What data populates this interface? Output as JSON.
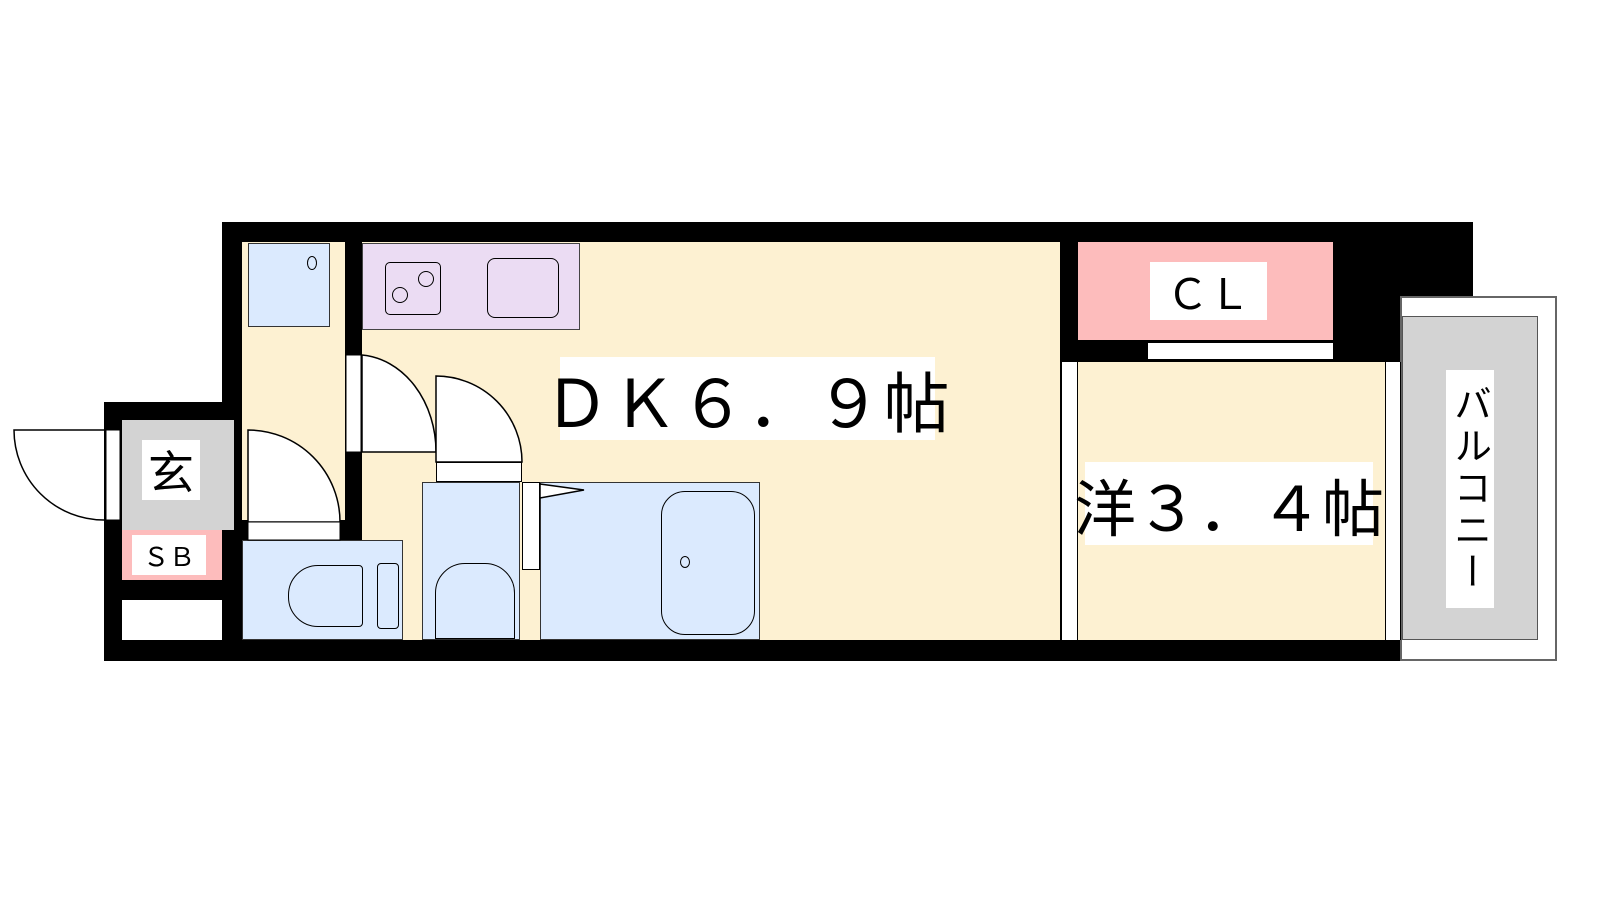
{
  "rooms": {
    "dk": {
      "label": "ＤＫ６．９帖",
      "color": "#fdf1d2"
    },
    "western": {
      "label": "洋３．４帖",
      "color": "#fdf1d2"
    },
    "closet": {
      "label": "ＣＬ",
      "color": "#fdbcbc"
    },
    "entrance": {
      "label": "玄",
      "color": "#d3d3d3"
    },
    "shoe_box": {
      "label": "ＳＢ",
      "color": "#fdbcbc"
    },
    "balcony": {
      "label": "バルコニー",
      "color": "#d3d3d3"
    }
  },
  "colors": {
    "wall": "#000000",
    "wet_area": "#dbeafe",
    "kitchen": "#ebdcf3"
  }
}
